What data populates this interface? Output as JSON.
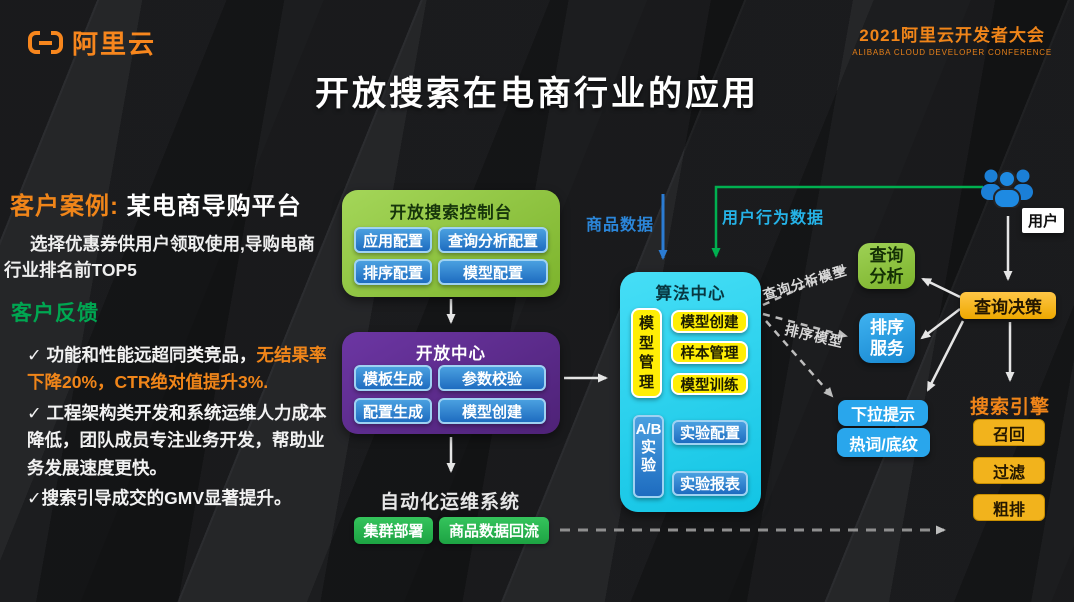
{
  "header": {
    "logo_text": "阿里云",
    "conf_line1": "2021阿里云开发者大会",
    "conf_line2": "ALIBABA CLOUD DEVELOPER CONFERENCE",
    "title": "开放搜索在电商行业的应用"
  },
  "case": {
    "heading_label": "客户案例:",
    "heading_value": "某电商导购平台",
    "intro": "选择优惠券供用户领取使用,导购电商行业排名前TOP5",
    "feedback_heading": "客户反馈",
    "bullets": [
      {
        "prefix": "✓ 功能和性能远超同类竞品，",
        "highlight": "无结果率下降20%，CTR绝对值提升3%."
      },
      {
        "prefix": "✓ 工程架构类开发和系统运维人力成本降低，团队成员专注业务开发，帮助业务发展速度更快。",
        "highlight": ""
      },
      {
        "prefix": "✓搜索引导成交的GMV显著提升。",
        "highlight": ""
      }
    ]
  },
  "diagram": {
    "console": {
      "title": "开放搜索控制台",
      "buttons": [
        "应用配置",
        "查询分析配置",
        "排序配置",
        "模型配置"
      ]
    },
    "open_center": {
      "title": "开放中心",
      "buttons": [
        "模板生成",
        "参数校验",
        "配置生成",
        "模型创建"
      ]
    },
    "ops": {
      "title": "自动化运维系统",
      "buttons": [
        "集群部署",
        "商品数据回流"
      ]
    },
    "algo": {
      "title": "算法中心",
      "side": "模型管理",
      "model_buttons": [
        "模型创建",
        "样本管理",
        "模型训练"
      ],
      "ab": "A/B实验",
      "exp_buttons": [
        "实验配置",
        "实验报表"
      ]
    },
    "labels": {
      "product_data": "商品数据",
      "user_behavior": "用户行为数据",
      "qa_model": "查询分析模型",
      "rank_model": "排序模型",
      "user": "用户"
    },
    "nodes": {
      "query_analysis": "查询分析",
      "rank_service": "排序服务",
      "query_decision": "查询决策",
      "suggest": "下拉提示",
      "hotword": "热词/底纹"
    },
    "engine": {
      "title": "搜索引擎",
      "buttons": [
        "召回",
        "过滤",
        "粗排"
      ]
    }
  },
  "colors": {
    "accent_orange": "#f08519",
    "brand_orange": "#f7861d",
    "feedback_green": "#00a651",
    "console_green": "#8dc63f",
    "center_purple": "#5c2d8e",
    "algo_cyan": "#22d3f0",
    "button_blue": "#2b7fd4",
    "button_yellow": "#ffee06",
    "decision_orange": "#ffa718",
    "engine_orange": "#f2b31c",
    "link_green": "#00b050",
    "product_data_blue": "#2b86d9",
    "behavior_cyan": "#25b3e8"
  }
}
